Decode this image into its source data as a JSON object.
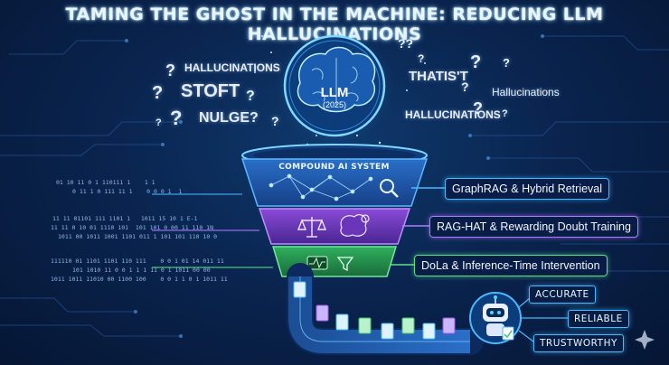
{
  "title": "TAMING THE GHOST IN THE MACHINE: REDUCING LLM HALLUCINATIONS",
  "llm": {
    "name": "LLM",
    "year": "(2025)"
  },
  "noise_words": {
    "hallucinations_1": "HALLUCINATIONS",
    "stoft": "STOFT",
    "nulge": "NULGE?",
    "thatsit": "THATIS'T",
    "hallucinations_2": "Hallucinations",
    "hallucinations_3": "HALLUCINATIONS"
  },
  "funnel_label": "COMPOUND AI SYSTEM",
  "stages": [
    {
      "label": "GraphRAG & Hybrid Retrieval",
      "color": "#2f8fe8"
    },
    {
      "label": "RAG-HAT & Rewarding Doubt Training",
      "color": "#9b5de5"
    },
    {
      "label": "DoLa & Inference-Time Intervention",
      "color": "#3ec46d"
    }
  ],
  "binary": {
    "row1": "01 10 11 0 1 110111 1    1 1",
    "row2": "0 11 1 0 111 11 1    0 0 0 1  1",
    "row3": "11 11 01101 111 1101 1   1011 15 10 1 E-1",
    "row4": "11 11 0 10 01 1110 101  101 101 0 00 11 110 1N",
    "row5": "1011 00 1011 1001 1101 011 1 101 101 110 10 0",
    "row6": "111110 01 1101 1101 110 111    0 0 1 01 14 011 11",
    "row7": "101 1010 11 0 0 1 1 1 11 0 1 1011 00 00",
    "row8": "1011 1011 11010 00 1100 100    0 0 1 1 0 1 1011 11"
  },
  "outputs": [
    "ACCURATE",
    "RELIABLE",
    "TRUSTWORTHY"
  ],
  "colors": {
    "accent": "#49b8ff",
    "stage1": "#2f8fe8",
    "stage2": "#9b5de5",
    "stage3": "#3ec46d"
  }
}
